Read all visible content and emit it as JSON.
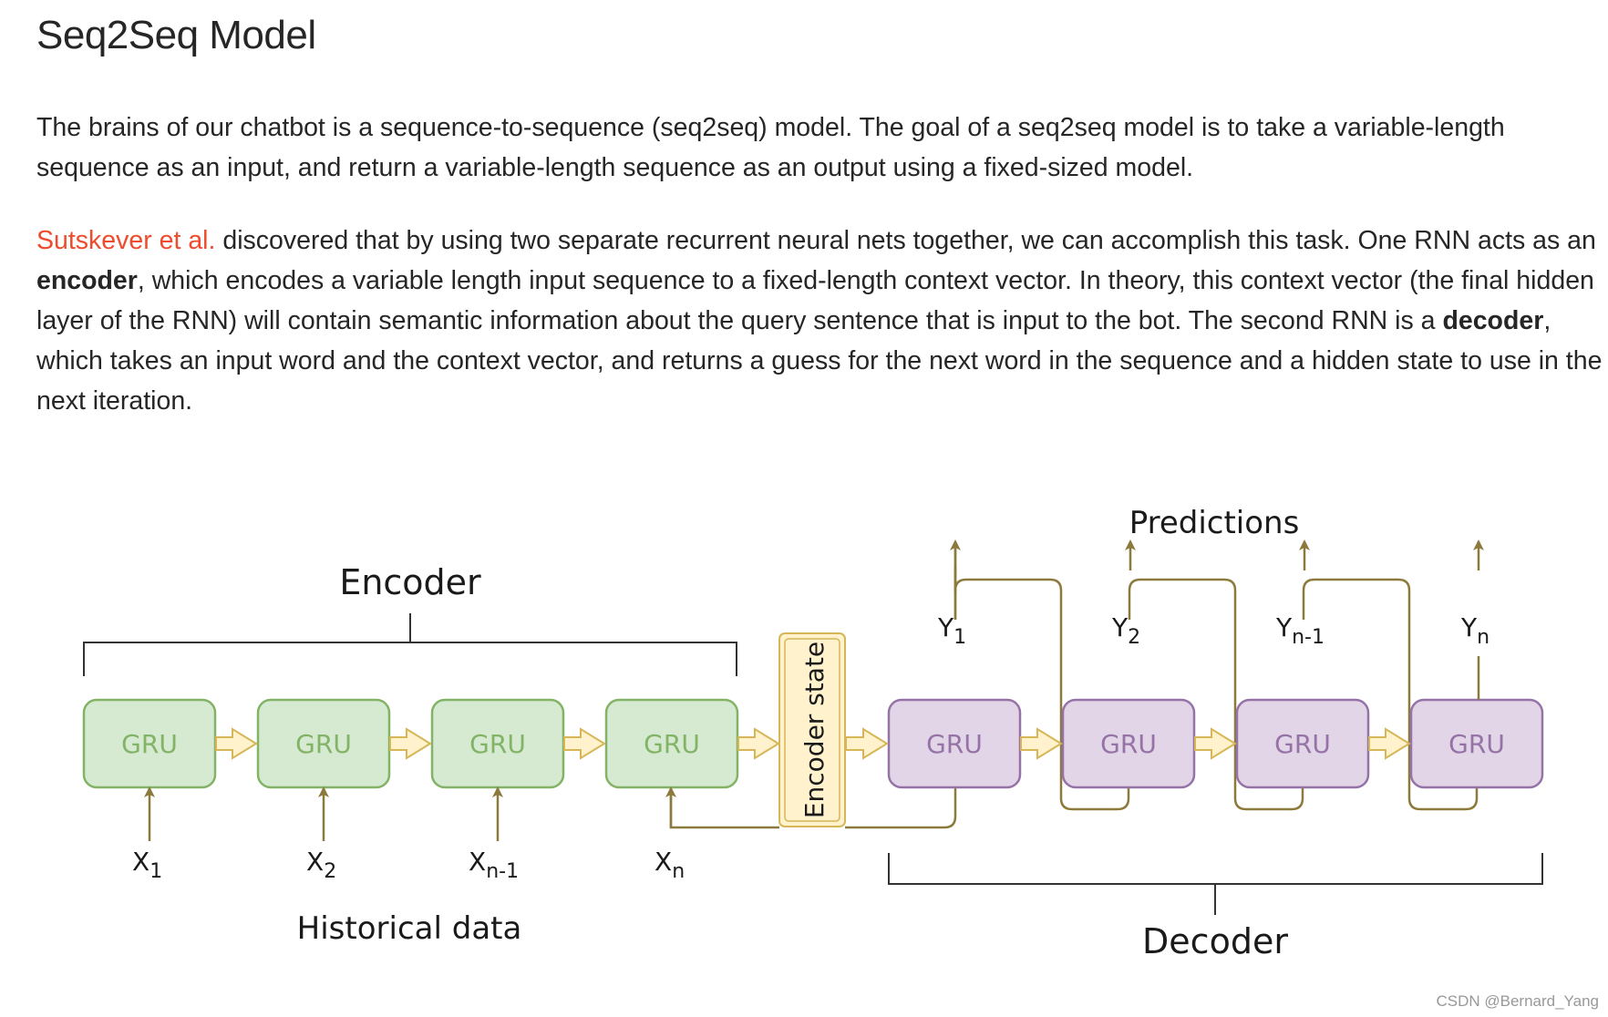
{
  "article": {
    "title": "Seq2Seq Model",
    "para1": "The brains of our chatbot is a sequence-to-sequence (seq2seq) model. The goal of a seq2seq model is to take a variable-length sequence as an input, and return a variable-length sequence as an output using a fixed-sized model.",
    "para2": {
      "link": "Sutskever et al.",
      "t1": " discovered that by using two separate recurrent neural nets together, we can accomplish this task. One RNN acts as an ",
      "b1": "encoder",
      "t2": ", which encodes a variable length input sequence to a fixed-length context vector. In theory, this context vector (the final hidden layer of the RNN) will contain semantic information about the query sentence that is input to the bot. The second RNN is a ",
      "b2": "decoder",
      "t3": ", which takes an input word and the context vector, and returns a guess for the next word in the sequence and a hidden state to use in the next iteration."
    }
  },
  "diagram": {
    "encoder_label": "Encoder",
    "decoder_label": "Decoder",
    "predictions_label": "Predictions",
    "historical_label": "Historical data",
    "encoder_state_label": "Encoder state",
    "cell_label": "GRU",
    "inputs": [
      {
        "base": "X",
        "sub": "1"
      },
      {
        "base": "X",
        "sub": "2"
      },
      {
        "base": "X",
        "sub": "n-1"
      },
      {
        "base": "X",
        "sub": "n"
      }
    ],
    "outputs": [
      {
        "base": "Y",
        "sub": "1"
      },
      {
        "base": "Y",
        "sub": "2"
      },
      {
        "base": "Y",
        "sub": "n-1"
      },
      {
        "base": "Y",
        "sub": "n"
      }
    ],
    "colors": {
      "encoder_fill": "#d5ead1",
      "encoder_stroke": "#82b366",
      "encoder_text": "#82b366",
      "decoder_fill": "#e1d5e7",
      "decoder_stroke": "#9673a6",
      "decoder_text": "#9673a6",
      "state_fill": "#fff2cc",
      "state_stroke": "#d6b656",
      "arrow_fill": "#fff2cc",
      "arrow_stroke": "#d6b656",
      "connector": "#8c7a3c",
      "bracket": "#333333"
    }
  },
  "watermark": "CSDN @Bernard_Yang"
}
